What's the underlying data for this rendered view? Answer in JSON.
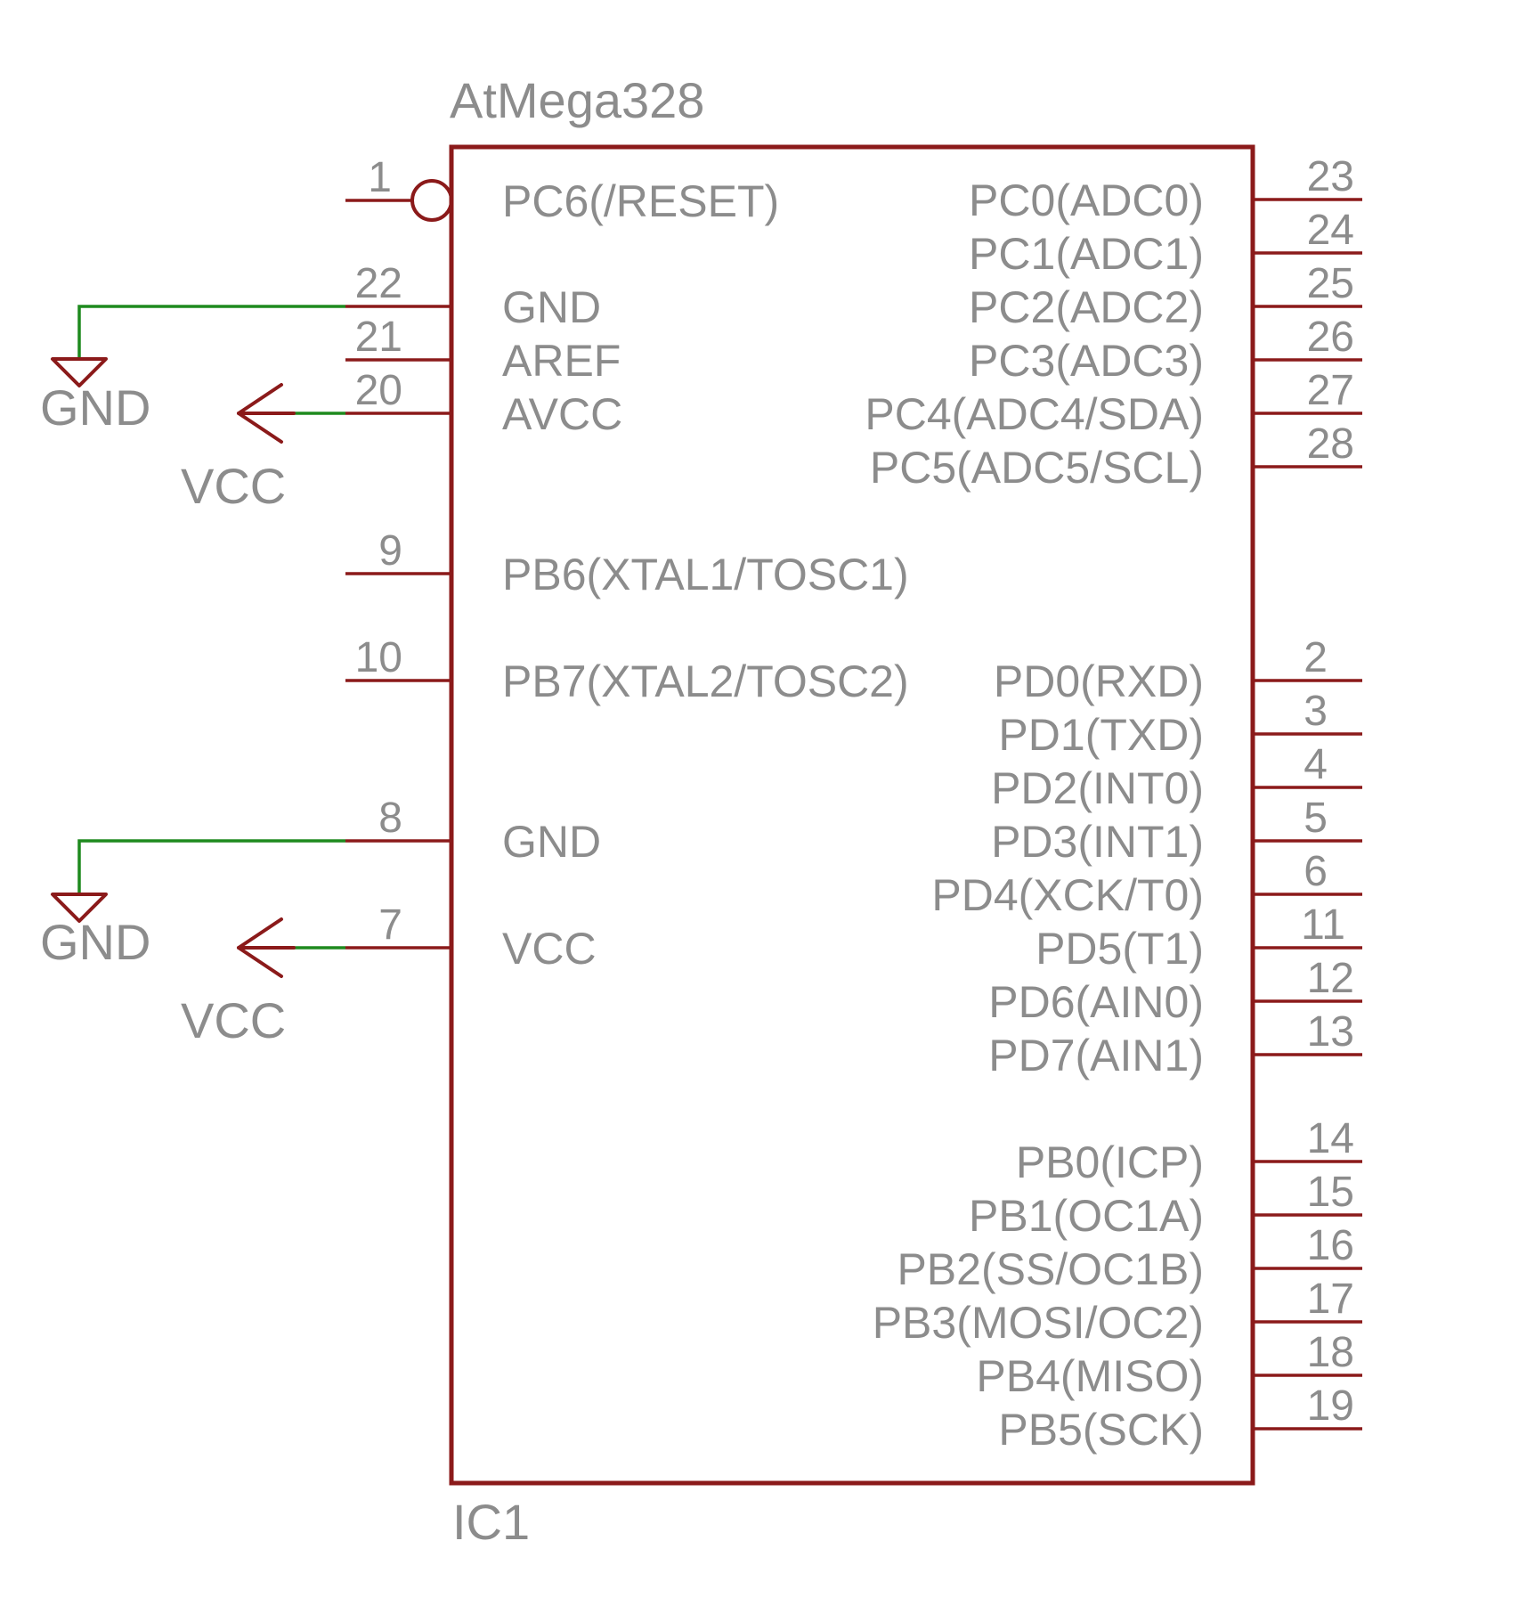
{
  "component": {
    "name": "AtMega328",
    "designator": "IC1"
  },
  "left_pins": [
    {
      "number": "1",
      "label": "PC6(/RESET)",
      "inverted": true
    },
    {
      "number": "22",
      "label": "GND",
      "net": "GND"
    },
    {
      "number": "21",
      "label": "AREF"
    },
    {
      "number": "20",
      "label": "AVCC",
      "net": "VCC"
    },
    {
      "number": "9",
      "label": "PB6(XTAL1/TOSC1)"
    },
    {
      "number": "10",
      "label": "PB7(XTAL2/TOSC2)"
    },
    {
      "number": "8",
      "label": "GND",
      "net": "GND"
    },
    {
      "number": "7",
      "label": "VCC",
      "net": "VCC"
    }
  ],
  "right_pins": [
    {
      "number": "23",
      "label": "PC0(ADC0)"
    },
    {
      "number": "24",
      "label": "PC1(ADC1)"
    },
    {
      "number": "25",
      "label": "PC2(ADC2)"
    },
    {
      "number": "26",
      "label": "PC3(ADC3)"
    },
    {
      "number": "27",
      "label": "PC4(ADC4/SDA)"
    },
    {
      "number": "28",
      "label": "PC5(ADC5/SCL)"
    },
    {
      "number": "2",
      "label": "PD0(RXD)"
    },
    {
      "number": "3",
      "label": "PD1(TXD)"
    },
    {
      "number": "4",
      "label": "PD2(INT0)"
    },
    {
      "number": "5",
      "label": "PD3(INT1)"
    },
    {
      "number": "6",
      "label": "PD4(XCK/T0)"
    },
    {
      "number": "11",
      "label": "PD5(T1)"
    },
    {
      "number": "12",
      "label": "PD6(AIN0)"
    },
    {
      "number": "13",
      "label": "PD7(AIN1)"
    },
    {
      "number": "14",
      "label": "PB0(ICP)"
    },
    {
      "number": "15",
      "label": "PB1(OC1A)"
    },
    {
      "number": "16",
      "label": "PB2(SS/OC1B)"
    },
    {
      "number": "17",
      "label": "PB3(MOSI/OC2)"
    },
    {
      "number": "18",
      "label": "PB4(MISO)"
    },
    {
      "number": "19",
      "label": "PB5(SCK)"
    }
  ],
  "supplies": {
    "gnd_label": "GND",
    "vcc_label": "VCC"
  },
  "colors": {
    "symbol": "#8b1a1a",
    "wire": "#1e8a1e",
    "text": "#8c8c8c",
    "background": "#ffffff"
  }
}
